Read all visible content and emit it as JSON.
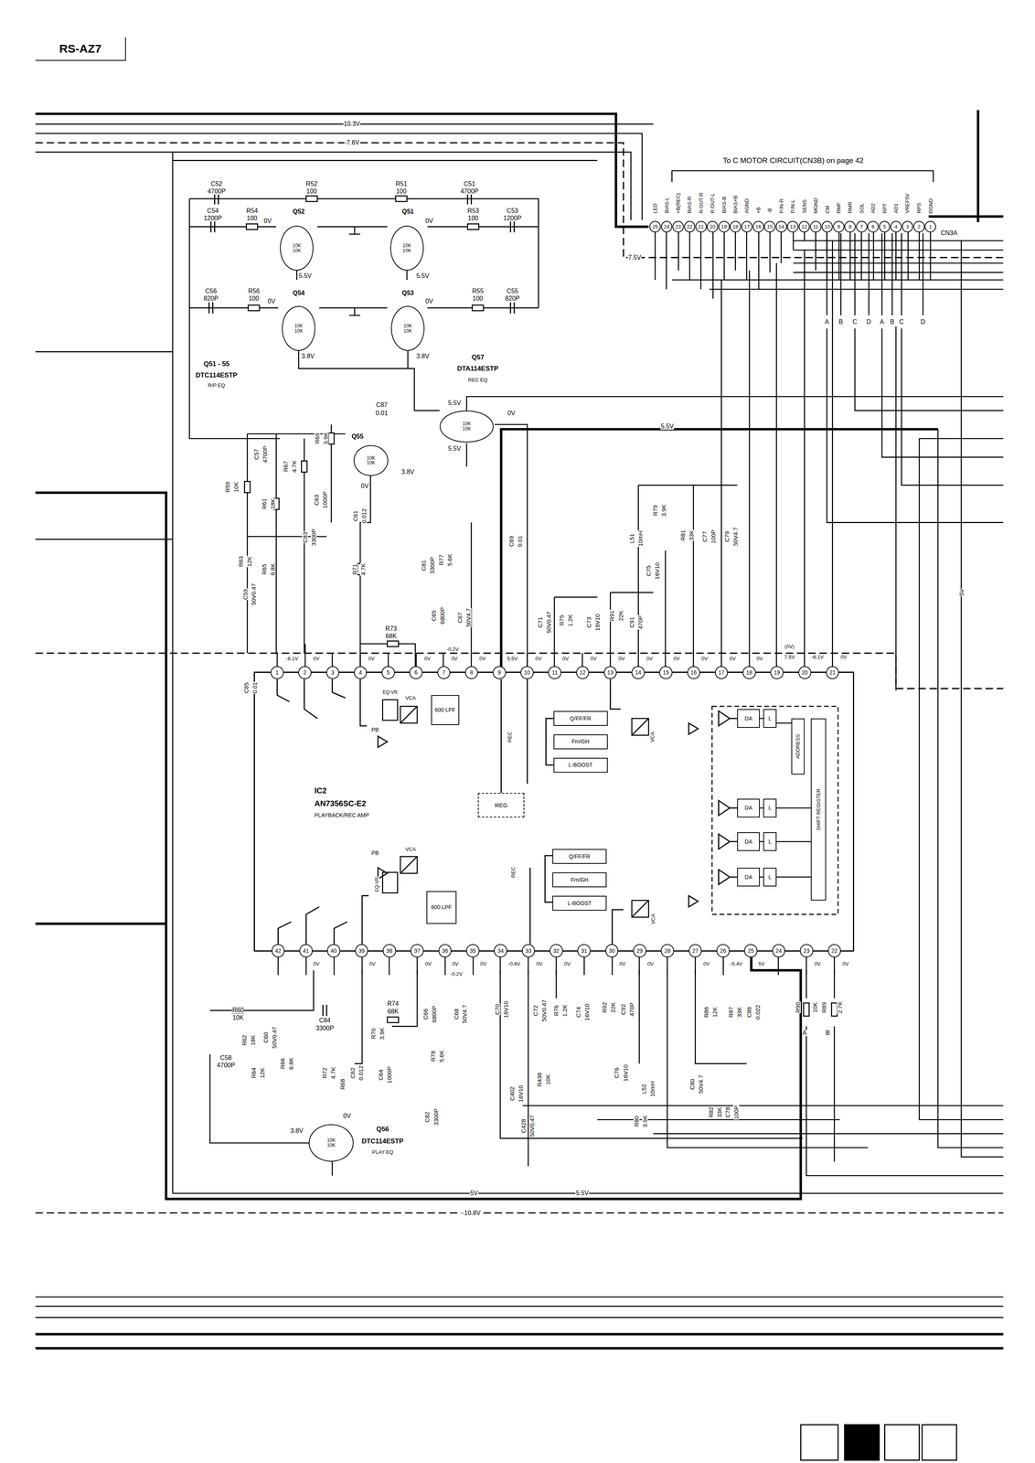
{
  "diagram": {
    "nodes": [
      {
        "text": [
          "RS-AZ7"
        ]
      },
      {
        "text": [
          "25"
        ]
      },
      {
        "text": [
          "24"
        ]
      },
      {
        "text": [
          "23"
        ]
      },
      {
        "text": [
          "22"
        ]
      },
      {
        "text": [
          "21"
        ]
      },
      {
        "text": [
          "20"
        ]
      },
      {
        "text": [
          "19"
        ]
      },
      {
        "text": [
          "18"
        ]
      },
      {
        "text": [
          "17"
        ]
      },
      {
        "text": [
          "16"
        ]
      },
      {
        "text": [
          "15"
        ]
      },
      {
        "text": [
          "14"
        ]
      },
      {
        "text": [
          "13"
        ]
      },
      {
        "text": [
          "12"
        ]
      },
      {
        "text": [
          "11"
        ]
      },
      {
        "text": [
          "10"
        ]
      },
      {
        "text": [
          "9"
        ]
      },
      {
        "text": [
          "8"
        ]
      },
      {
        "text": [
          "7"
        ]
      },
      {
        "text": [
          "6"
        ]
      },
      {
        "text": [
          "5"
        ]
      },
      {
        "text": [
          "4"
        ]
      },
      {
        "text": [
          "3"
        ]
      },
      {
        "text": [
          "2"
        ]
      },
      {
        "text": [
          "1"
        ]
      },
      {
        "text": [
          "10K",
          "10K"
        ]
      },
      {
        "text": [
          "10K",
          "10K"
        ]
      },
      {
        "text": [
          "10K",
          "10K"
        ]
      },
      {
        "text": [
          "10K",
          "10K"
        ]
      },
      {
        "text": [
          "10K",
          "10K"
        ]
      },
      {
        "text": [
          "10K",
          "10K"
        ]
      },
      {
        "text": [
          "IC2",
          "AN7356SC-E2",
          "PLAYBACK/REC AMP"
        ]
      },
      {
        "text": [
          "1"
        ],
        "in": 32
      },
      {
        "text": [
          "2"
        ],
        "in": 32
      },
      {
        "text": [
          "3"
        ],
        "in": 32
      },
      {
        "text": [
          "4"
        ],
        "in": 32
      },
      {
        "text": [
          "5"
        ],
        "in": 32
      },
      {
        "text": [
          "6"
        ],
        "in": 32
      },
      {
        "text": [
          "7"
        ],
        "in": 32
      },
      {
        "text": [
          "8"
        ],
        "in": 32
      },
      {
        "text": [
          "9"
        ],
        "in": 32
      },
      {
        "text": [
          "10"
        ],
        "in": 32
      },
      {
        "text": [
          "11"
        ],
        "in": 32
      },
      {
        "text": [
          "12"
        ],
        "in": 32
      },
      {
        "text": [
          "13"
        ],
        "in": 32
      },
      {
        "text": [
          "14"
        ],
        "in": 32
      },
      {
        "text": [
          "15"
        ],
        "in": 32
      },
      {
        "text": [
          "16"
        ],
        "in": 32
      },
      {
        "text": [
          "17"
        ],
        "in": 32
      },
      {
        "text": [
          "18"
        ],
        "in": 32
      },
      {
        "text": [
          "19"
        ],
        "in": 32
      },
      {
        "text": [
          "20"
        ],
        "in": 32
      },
      {
        "text": [
          "21"
        ],
        "in": 32
      },
      {
        "text": [
          "600 LPF"
        ],
        "in": 32
      },
      {
        "text": [
          "Q/FF/FR"
        ],
        "in": 32
      },
      {
        "text": [
          "Fm/GH"
        ],
        "in": 32
      },
      {
        "text": [
          "L-BOOST"
        ],
        "in": 32
      },
      {
        "text": [
          "REG"
        ],
        "in": 32
      },
      {
        "text": [
          "ADDRESS"
        ],
        "in": 32
      },
      {
        "text": [
          "SHIFT REGISTER"
        ],
        "in": 32
      },
      {
        "text": [
          "DA"
        ],
        "in": 32
      },
      {
        "text": [
          "L"
        ],
        "in": 32
      },
      {
        "text": [
          "DA"
        ],
        "in": 32
      },
      {
        "text": [
          "L"
        ],
        "in": 32
      },
      {
        "text": [
          "DA"
        ],
        "in": 32
      },
      {
        "text": [
          "L"
        ],
        "in": 32
      },
      {
        "text": [
          "DA"
        ],
        "in": 32
      },
      {
        "text": [
          "L"
        ],
        "in": 32
      },
      {
        "text": [
          "600 LPF"
        ],
        "in": 32
      },
      {
        "text": [
          "Q/FF/FR"
        ],
        "in": 32
      },
      {
        "text": [
          "Fm/GH"
        ],
        "in": 32
      },
      {
        "text": [
          "L-BOOST"
        ],
        "in": 32
      },
      {
        "text": [
          "42"
        ],
        "in": 32
      },
      {
        "text": [
          "41"
        ],
        "in": 32
      },
      {
        "text": [
          "40"
        ],
        "in": 32
      },
      {
        "text": [
          "39"
        ],
        "in": 32
      },
      {
        "text": [
          "38"
        ],
        "in": 32
      },
      {
        "text": [
          "37"
        ],
        "in": 32
      },
      {
        "text": [
          "36"
        ],
        "in": 32
      },
      {
        "text": [
          "35"
        ],
        "in": 32
      },
      {
        "text": [
          "34"
        ],
        "in": 32
      },
      {
        "text": [
          "33"
        ],
        "in": 32
      },
      {
        "text": [
          "32"
        ],
        "in": 32
      },
      {
        "text": [
          "31"
        ],
        "in": 32
      },
      {
        "text": [
          "30"
        ],
        "in": 32
      },
      {
        "text": [
          "29"
        ],
        "in": 32
      },
      {
        "text": [
          "28"
        ],
        "in": 32
      },
      {
        "text": [
          "27"
        ],
        "in": 32
      },
      {
        "text": [
          "26"
        ],
        "in": 32
      },
      {
        "text": [
          "25"
        ],
        "in": 32
      },
      {
        "text": [
          "24"
        ],
        "in": 32
      },
      {
        "text": [
          "23"
        ],
        "in": 32
      },
      {
        "text": [
          "22"
        ],
        "in": 32
      },
      {
        "text": [
          "10K",
          "10K"
        ]
      }
    ],
    "edges": [
      {
        "from": 61,
        "to": 62,
        "arrow": "none"
      },
      {
        "from": 63,
        "to": 64,
        "arrow": "none"
      },
      {
        "from": 65,
        "to": 66,
        "arrow": "none"
      },
      {
        "from": 67,
        "to": 68,
        "arrow": "none"
      },
      {
        "from": 62,
        "to": 59,
        "arrow": "none"
      },
      {
        "from": 64,
        "to": 60,
        "arrow": "none"
      },
      {
        "from": 66,
        "to": 60,
        "arrow": "none"
      },
      {
        "from": 68,
        "to": 60,
        "arrow": "none"
      }
    ],
    "labels": [
      "10.3V",
      "-7.6V",
      "C52",
      "4700P",
      "R52",
      "100",
      "R51",
      "100",
      "C51",
      "4700P",
      "C54",
      "1200P",
      "R54",
      "100",
      "Q52",
      "0V",
      "Q51",
      "0V",
      "R53",
      "100",
      "C53",
      "1200P",
      "5.5V",
      "5.5V",
      "C56",
      "820P",
      "R56",
      "100",
      "Q54",
      "0V",
      "Q53",
      "0V",
      "R55",
      "100",
      "C55",
      "820P",
      "3.8V",
      "3.8V",
      "Q51 - 55",
      "DTC114ESTP",
      "R/P EQ",
      "Q57",
      "DTA114ESTP",
      "REC EQ",
      "C87",
      "0.01",
      "5.5V",
      "0V",
      "5.5V",
      "Q55",
      "3.8V",
      "0V",
      "5.5V",
      "R59",
      "10K",
      "C57",
      "4700P",
      "R67",
      "4.7K",
      "R69",
      "3.9K",
      "R61",
      "18K",
      "C63",
      "1000P",
      "C61",
      "0.012",
      "R63",
      "12K",
      "R65",
      "6.8K",
      "C83",
      "3300P",
      "C59",
      "50V0.47",
      "R71",
      "4.7K",
      "R73",
      "68K",
      "C81",
      "3300P",
      "R77",
      "5.6K",
      "C69",
      "0.01",
      "C65",
      "6800P",
      "C67",
      "50V4.7",
      "-0.2V",
      "L51",
      "10mH",
      "R79",
      "3.9K",
      "R81",
      "33K",
      "C75",
      "16V10",
      "C77",
      "100P",
      "C79",
      "50V4.7",
      "C71",
      "50V0.47",
      "R75",
      "1.2K",
      "C73",
      "16V10",
      "R91",
      "22K",
      "C91",
      "470P",
      "C85",
      "0.01",
      "-6.1V",
      "0V",
      "0V",
      "0V",
      "0V",
      "0V",
      "5.5V",
      "0V",
      "0V",
      "0V",
      "0V",
      "0V",
      "0V",
      "0V",
      "0V",
      "0V",
      "(0V)",
      "7.5V",
      "-6.1V",
      "0V",
      "PB",
      "VCA",
      "REC",
      "VCA",
      "PB",
      "VCA",
      "REC",
      "VCA",
      "0V",
      "0V",
      "0V",
      "0V",
      "-0.2V",
      "0V",
      "-0.8V",
      "0V",
      "0V",
      "0V",
      "0V",
      "0V",
      "-5.4V",
      "5V",
      "0V",
      "0V",
      "C84",
      "3300P",
      "R74",
      "68K",
      "R60",
      "10K",
      "R62",
      "18K",
      "C60",
      "50V0.47",
      "R66",
      "6.8K",
      "C58",
      "4700P",
      "R64",
      "12K",
      "R72",
      "4.7K",
      "R68",
      "C62",
      "0.012",
      "R70",
      "3.9K",
      "C64",
      "1000P",
      "C66",
      "6800P",
      "C68",
      "50V4.7",
      "C70",
      "16V10",
      "C72",
      "50V0.47",
      "R76",
      "1.2K",
      "C74",
      "16V10",
      "R92",
      "22K",
      "C92",
      "470P",
      "R86",
      "12K",
      "R87",
      "33K",
      "C86",
      "0.022",
      "R90",
      "10K",
      "R89",
      "2.7K",
      "A",
      "B",
      "R78",
      "5.6K",
      "C82",
      "3300P",
      "C402",
      "16V10",
      "R438",
      "10K",
      "C428",
      "50V0.47",
      "C76",
      "16V10",
      "L52",
      "10mH",
      "R80",
      "3.9K",
      "C80",
      "50V4.7",
      "R82",
      "33K",
      "C78",
      "100P",
      "3.8V",
      "0V",
      "Q56",
      "DTC114ESTP",
      "PLAY EQ",
      "5V",
      "5.5V",
      "-10.8V",
      "7.5V",
      "5V",
      "CN3A",
      "A",
      "B",
      "C",
      "D",
      "A",
      "B",
      "C",
      "D",
      "To C MOTOR CIRCUIT(CN3B) on page 42",
      "EQ-VR",
      "EQ-VR",
      "LED",
      "BIAS-L",
      "+B(REC)",
      "BIAS-R",
      "R.OUT-R",
      "R.OUT-L",
      "BIAS-B",
      "BIAS+B",
      "AGND",
      "+B",
      "-B",
      "P.IN-R",
      "P.IN-L",
      "SENS",
      "MGND",
      "CM",
      "RMF",
      "RMR",
      "SOL",
      "AD2",
      "RPT",
      "AD1",
      "VREF5V",
      "RPS",
      "DGND"
    ]
  }
}
